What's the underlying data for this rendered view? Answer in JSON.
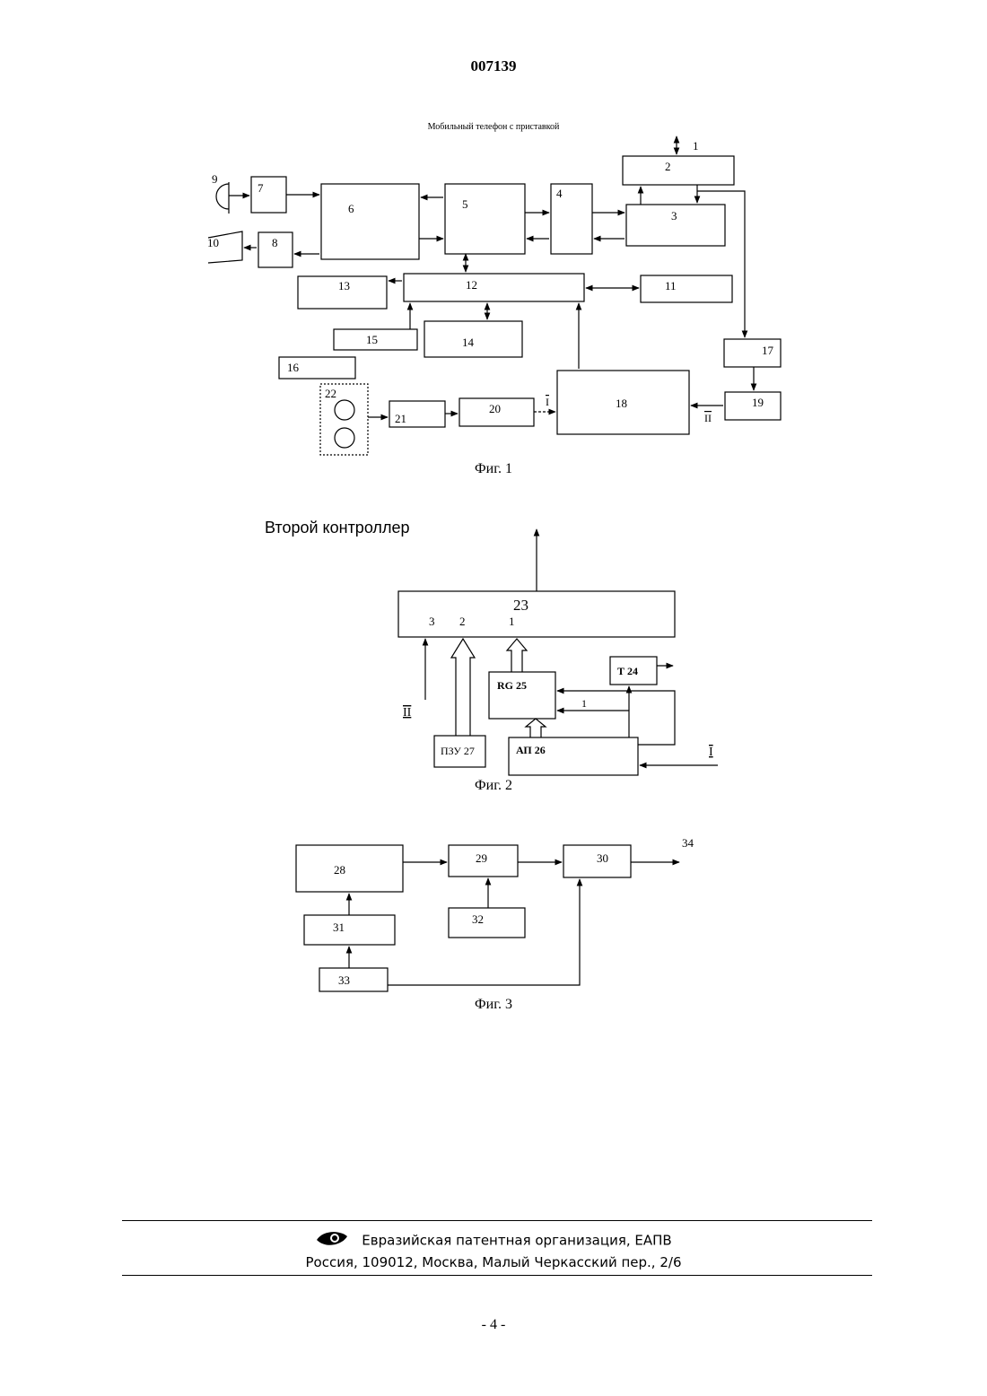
{
  "header": {
    "page_number": "007139"
  },
  "fig1": {
    "title": "Мобильный телефон с приставкой",
    "caption": "Фиг. 1",
    "labels": [
      "1",
      "2",
      "3",
      "4",
      "5",
      "6",
      "7",
      "8",
      "9",
      "10",
      "11",
      "12",
      "13",
      "14",
      "15",
      "16",
      "17",
      "18",
      "19",
      "20",
      "21",
      "22"
    ],
    "signal_I": "I",
    "signal_II": "II"
  },
  "fig2": {
    "title": "Второй контроллер",
    "caption": "Фиг. 2",
    "block_23": "23",
    "inputs": [
      "3",
      "2",
      "1"
    ],
    "block_24": "Т 24",
    "block_25": "RG 25",
    "block_26": "АП 26",
    "block_27": "ПЗУ 27",
    "line_label": "1",
    "signal_I": "I",
    "signal_II": "II"
  },
  "fig3": {
    "caption": "Фиг. 3",
    "labels": [
      "28",
      "29",
      "30",
      "31",
      "32",
      "33",
      "34"
    ]
  },
  "footer": {
    "org": "Евразийская патентная организация, ЕАПВ",
    "address": "Россия, 109012, Москва, Малый Черкасский пер., 2/6",
    "page": "- 4 -"
  }
}
